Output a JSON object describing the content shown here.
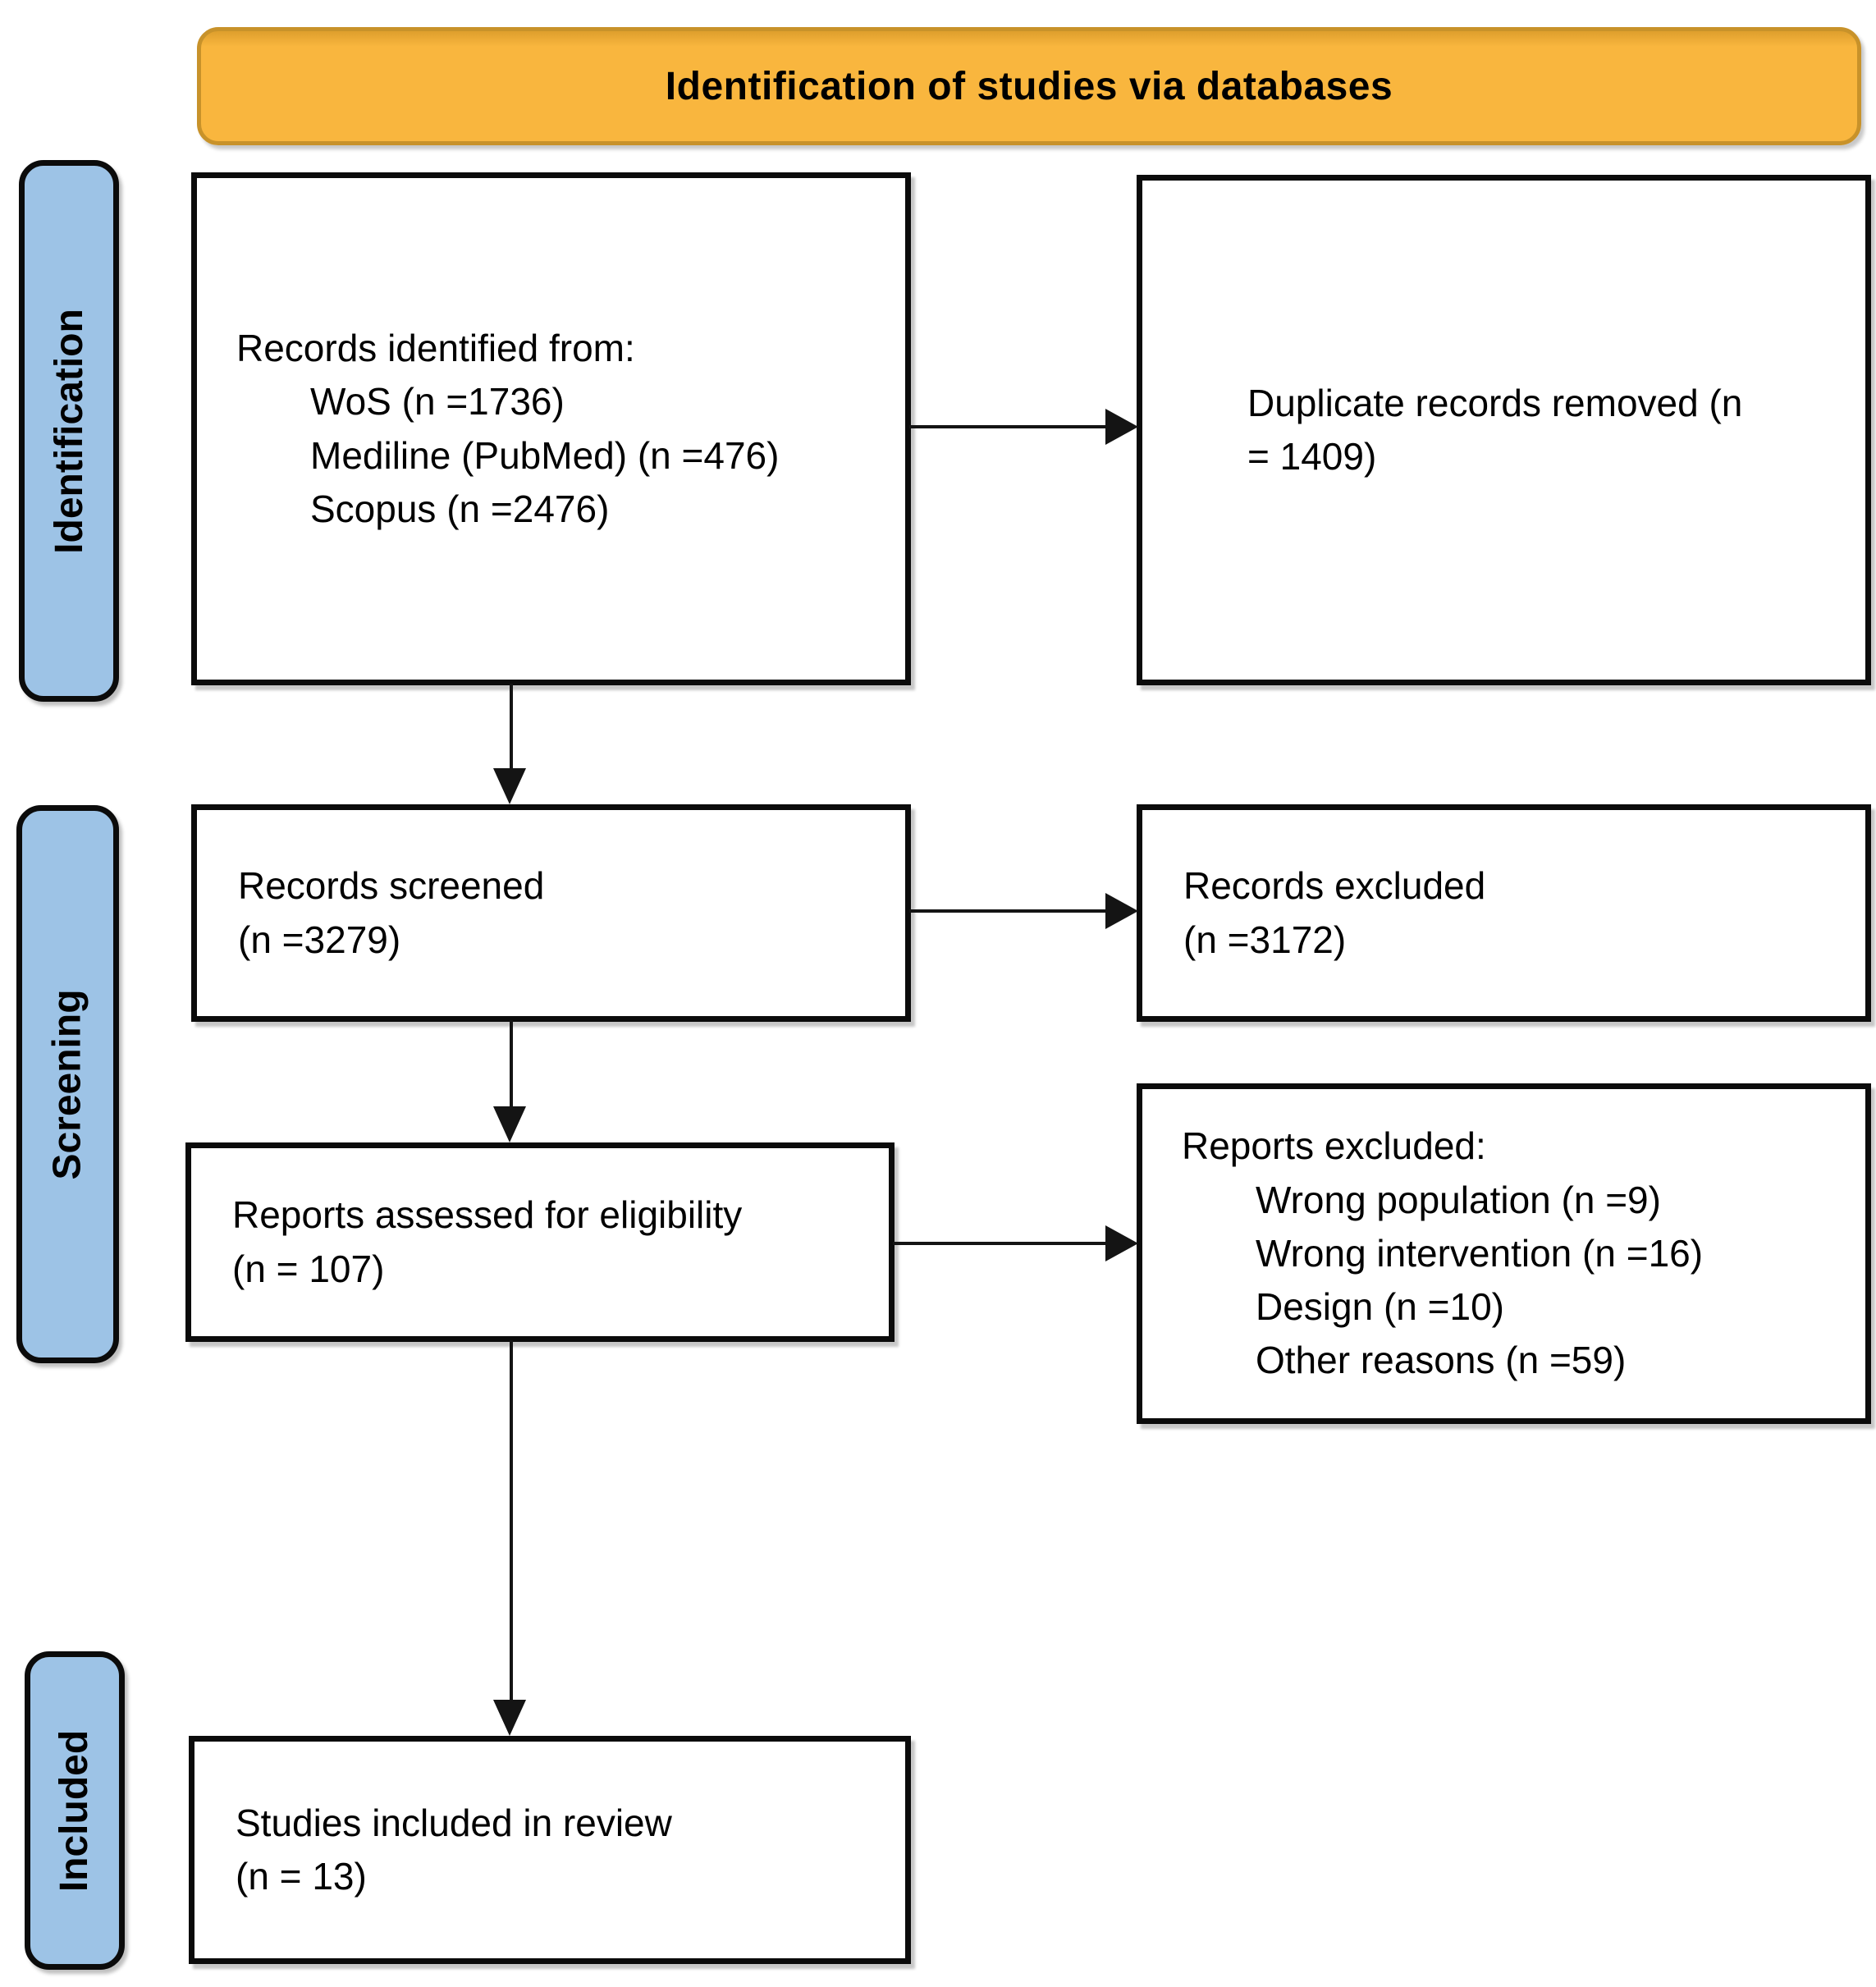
{
  "banner": {
    "title": "Identification of studies via databases"
  },
  "stages": {
    "identification": "Identification",
    "screening": "Screening",
    "included": "Included"
  },
  "boxes": {
    "records_identified": {
      "title": "Records identified from:",
      "items": [
        "WoS (n =1736)",
        "Mediline (PubMed) (n =476)",
        "Scopus (n =2476)"
      ]
    },
    "duplicates_removed": {
      "lines": [
        "Duplicate records removed (n",
        "= 1409)"
      ]
    },
    "records_screened": {
      "lines": [
        "Records screened",
        "(n =3279)"
      ]
    },
    "records_excluded": {
      "lines": [
        "Records excluded",
        "(n =3172)"
      ]
    },
    "reports_assessed": {
      "lines": [
        "Reports assessed for eligibility",
        "(n = 107)"
      ]
    },
    "reports_excluded": {
      "title": "Reports excluded:",
      "items": [
        "Wrong population (n =9)",
        "Wrong intervention (n =16)",
        "Design (n =10)",
        "Other reasons (n =59)"
      ]
    },
    "studies_included": {
      "lines": [
        "Studies included in review",
        "(n = 13)"
      ]
    }
  },
  "colors": {
    "banner_fill": "#F9B63E",
    "banner_border": "#C8922A",
    "banner_edge": "#DE9F2D",
    "stage_fill": "#9DC3E6",
    "box_border": "#0B0B0B",
    "arrow": "#141414"
  }
}
